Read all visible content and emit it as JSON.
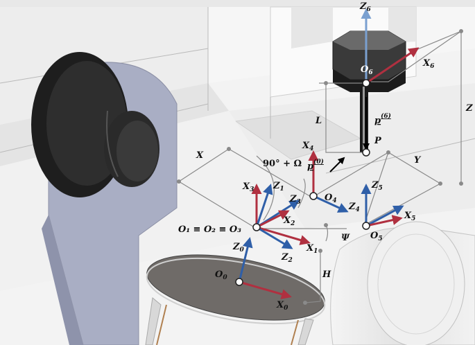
{
  "labels": {
    "z6": "Z",
    "z6_sub": "6",
    "x6": "X",
    "x6_sub": "6",
    "o6": "O",
    "o6_sub": "6",
    "p6": "p",
    "p6_sup": "(6)",
    "P": "P",
    "z": "Z",
    "L": "L",
    "X": "X",
    "Y": "Y",
    "x4": "X",
    "x4_sub": "4",
    "angle": "90° + Ω",
    "p0": "p",
    "p0_sup": "(0)",
    "x3": "X",
    "x3_sub": "3",
    "z1": "Z",
    "z1_sub": "1",
    "z3": "Z",
    "z3_sub": "3",
    "o4": "O",
    "o4_sub": "4",
    "z5": "Z",
    "z5_sub": "5",
    "z4": "Z",
    "z4_sub": "4",
    "x5": "X",
    "x5_sub": "5",
    "x2": "X",
    "x2_sub": "2",
    "origin_eq": "O₁ ≡ O₂ ≡ O₃",
    "psi": "Ψ",
    "o5": "O",
    "o5_sub": "5",
    "z0": "Z",
    "z0_sub": "0",
    "x1": "X",
    "x1_sub": "1",
    "z2": "Z",
    "z2_sub": "2",
    "o0": "O",
    "o0_sub": "0",
    "H": "H",
    "x0": "X",
    "x0_sub": "0"
  },
  "colors": {
    "x_axis": "#b03040",
    "z_axis": "#2f5fa8",
    "z_axis_light": "#7aa0d0",
    "dimension": "#8a8a8a",
    "machine_body": "#eeeeee",
    "fork_face": "#a9aec4",
    "dark_part": "#262626",
    "table_top": "#6e6a66"
  }
}
